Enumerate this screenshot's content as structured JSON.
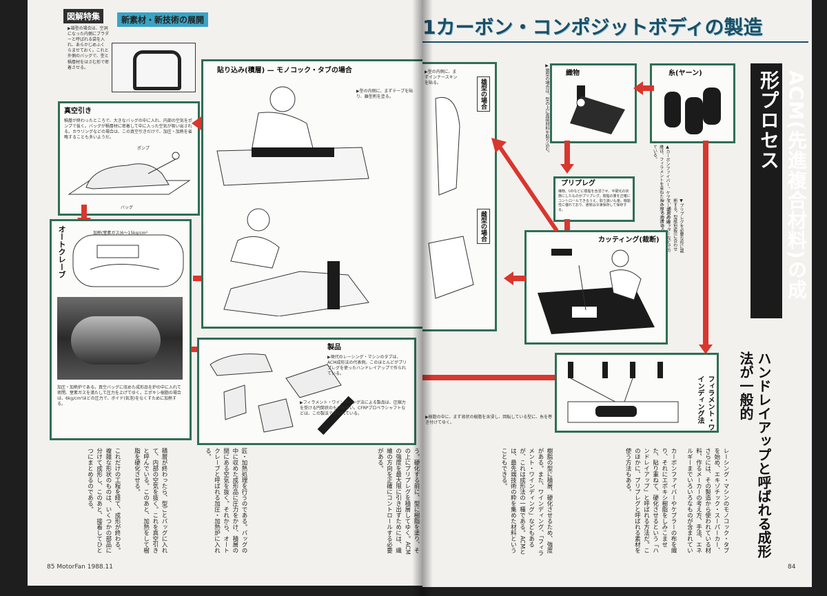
{
  "header": {
    "badge": "図解特集",
    "section": "新素材・新技術の展開",
    "title": "1カーボン・コンポジットボディの製造"
  },
  "left_page": {
    "bag_caption": "▶雄型の場合は、空洞になった内側にブラダーと呼ばれる袋を入れ、あらかじめふくらませておく。これと外側のバッグで、型と積層材をはさむ形で密着させる。",
    "vacuum": {
      "label": "真空引き",
      "body": "積層が終わったところで、大きなバッグの中に入れ、内部の空気をポンプで抜く。バッグが積層材に密着して中に入った空気が吸い出される。カウリングなどの場合は、この真空引きだけで、加圧・加熱を省略することも多いようだ。",
      "pump": "ポンプ",
      "bag": "バッグ"
    },
    "layup": {
      "label": "貼り込み(積層)",
      "sub": "モノコック・タブの場合"
    },
    "autoclave": {
      "label": "オートクレーブ",
      "spec": "加熱(窒素ガス)6～15kg/cm²",
      "caption": "加圧・加熱炉である。真空バッグに収めた成形品を炉の中に入れて密閉、窒素ガスを満たして圧力を上げてゆく。エポキシ樹脂の場合は、6kg/cm²ほどの圧力で、ボイド(気泡)をなくすために加熱する。"
    },
    "product": {
      "label": "製品",
      "caption1": "▶現代のレーシング・マシンのタブは、ACM成形法の代表例。このほとんどがプリプレグを使ったハンドレイアップで作られている。",
      "caption2": "▶フィラメント・ワインディング法による製品は、圧縮力を受ける円筒状のものが多い。CFRPプロペラシャフトなどは、この製法で作られている。"
    },
    "footer": "85 MotorFan 1988.11"
  },
  "right_page": {
    "male_mold": "雄型の場合",
    "female_mold": "雌型の場合",
    "fabric": "織物",
    "yarn": "糸(ヤーン)",
    "yarn_caption": "▲カーボンファイバー、ケブラーなどの繊維は、フィラメントを束ねた糸の形で流通している。",
    "prepreg": {
      "label": "プリプレグ",
      "body": "織物、UDなどに樹脂を含浸させ、半硬化の状態にしたものがプリプレグ。樹脂の量を正確にコントロールできるうえ、取り扱いも楽。機能性に優れており、通常は冷凍保存して保存する。"
    },
    "cutting": {
      "label": "カッティング(裁断)",
      "caption": "▼プリプレグを必要な形に裁断する。型紙(型板)に合わせて、通常のカッターなどでカットするのである。"
    },
    "filament": {
      "label": "フィラメント・ワインディング法",
      "caption": "▶樹脂の中に、まず液状の樹脂を含浸し、回転している型に、糸を巻き付けてゆく。"
    },
    "side_title": "ACM(先進複合材料)の成形プロセス",
    "section_heading": "ハンドレイアップと呼ばれる成形法が一般的",
    "footer": "84"
  },
  "article": {
    "right_col_1": "レーシング・マシンのモノコック・タブを始め、エキゾチック・スーパーカー、さらには、その製造から使われている材料、作るメーカーの考え方、手法、エネルギーまでいろいろなものが含まれている。現在、もっとも一般的な手法は、",
    "right_col_2": "カーボンファイバーやケブラーの布を織り、それにエポキシ樹脂をしみこませた、貼り重ねて、硬化させるという「ハンドレイアップ」と呼ばれる方法だ。このほかに、プリプレグと呼ばれる素材を使う方法もある。",
    "right_col_3": "樹脂の型に積層、硬化させるため、強度がある。また、ワインディング、「フィラメント・ワインディング」などもあるが、これは成形法の一種である。ACMとは、最先端技術の粋を集めた材料ということもできる。",
    "left_col_1": "う。硬化する前に、型に樹脂を塗り、その上にプリプレグを積層してゆく。ACMの強度を最大限に引き出すためには、繊維の方向を正確にコントロールする必要がある。",
    "left_col_2": "匠・加熱処理を行うのである。バッグの中に収めた成形品に圧力をかけ、積層の間にある空気を抜く。それから、オートクレーブと呼ばれる加圧・加熱炉に入れる。",
    "left_col_3": "積層が終わったら、型ごとバッグに入れて、内部の空気を抜く。これを真空引きと呼んでいる。このあと、加熱をして樹脂を硬化させる。",
    "left_col_4": "これだけの工程を経て、成形が終わる。複雑な形状のものは、いくつかの部品に分けて成形し、このあと、接着してひとつにまとめるのである。"
  }
}
